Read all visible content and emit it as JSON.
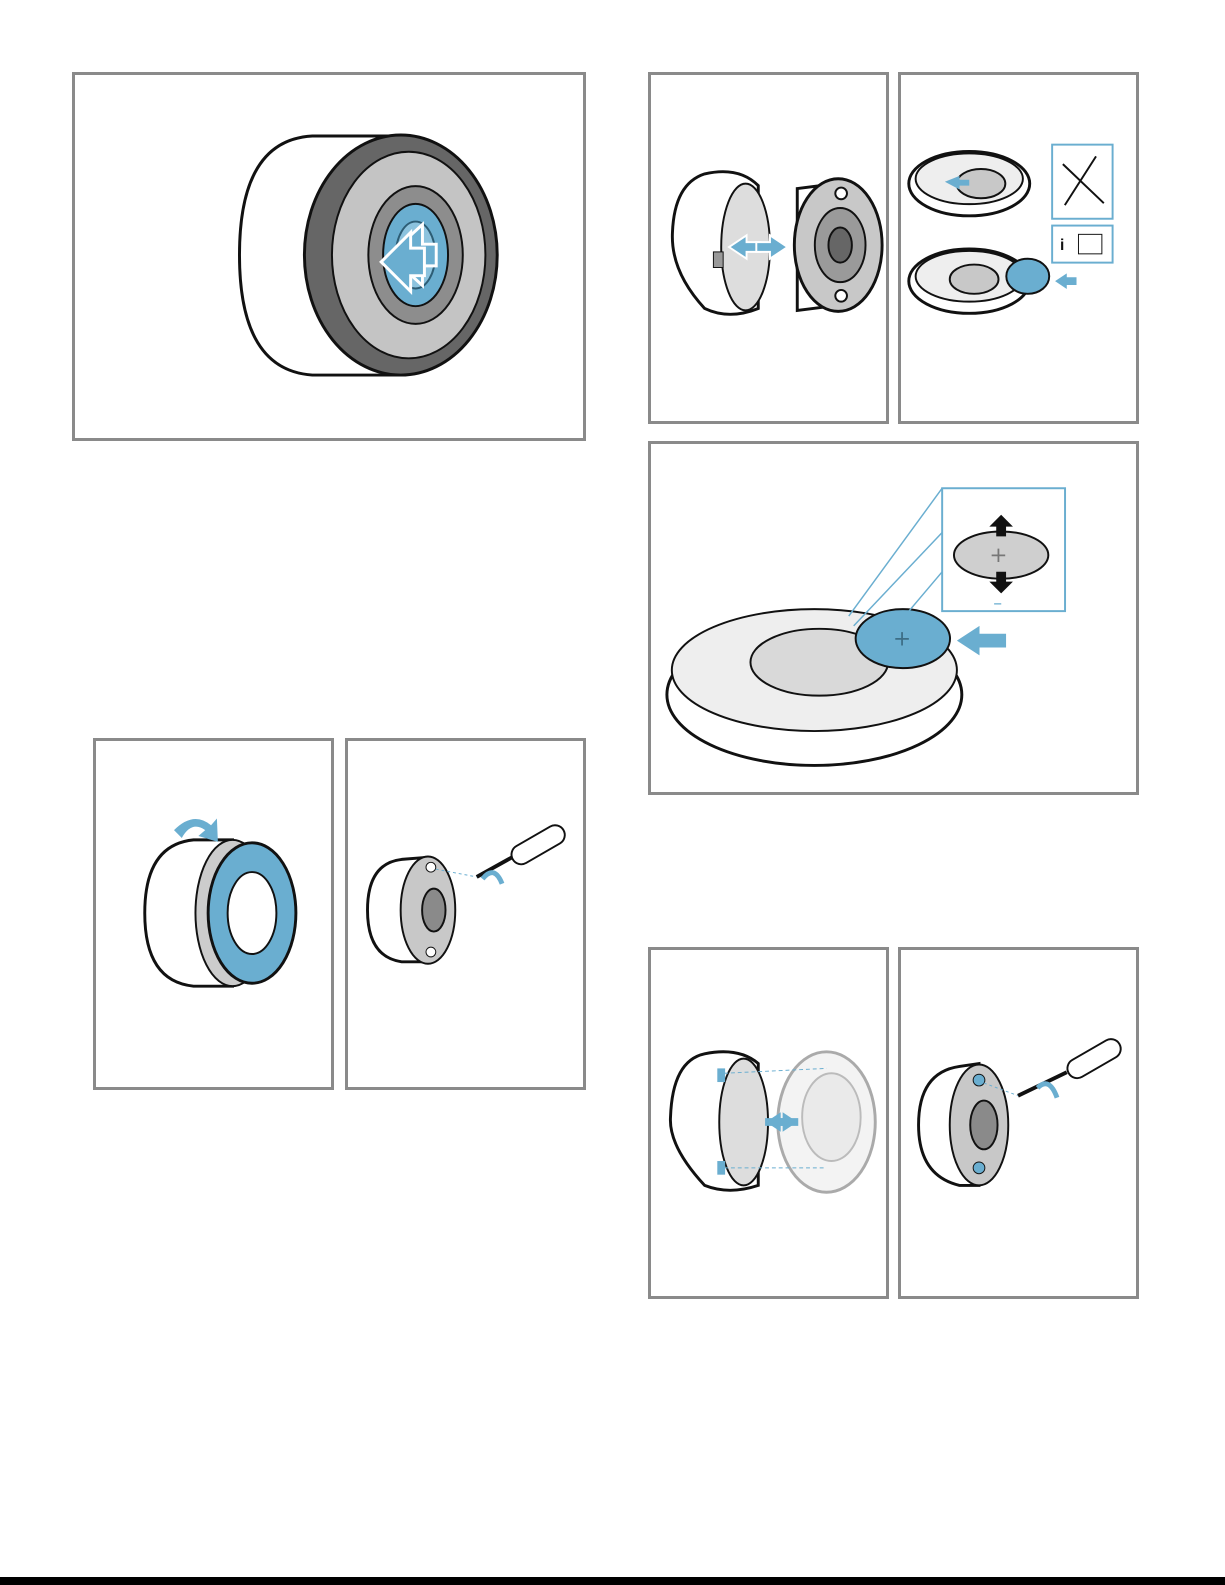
{
  "manual_page": {
    "panels": [
      {
        "id": "push-knob",
        "icon": "push-arrow-icon"
      },
      {
        "id": "separate-housing",
        "icon": "double-arrow-icon"
      },
      {
        "id": "remove-battery",
        "icon": "battery-out-icon"
      },
      {
        "id": "insert-battery",
        "icon": "battery-in-icon"
      },
      {
        "id": "rotate-ring",
        "icon": "rotate-arrow-icon"
      },
      {
        "id": "unscrew",
        "icon": "screwdriver-icon"
      },
      {
        "id": "join-housing",
        "icon": "join-arrow-icon"
      },
      {
        "id": "screw-in",
        "icon": "screwdriver-icon"
      }
    ],
    "symbols": {
      "plus": "+",
      "minus": "–"
    },
    "colors": {
      "accent": "#6aaed0",
      "frame": "#8a8a8a",
      "ink": "#111111",
      "grey": "#b8b8b8"
    }
  }
}
